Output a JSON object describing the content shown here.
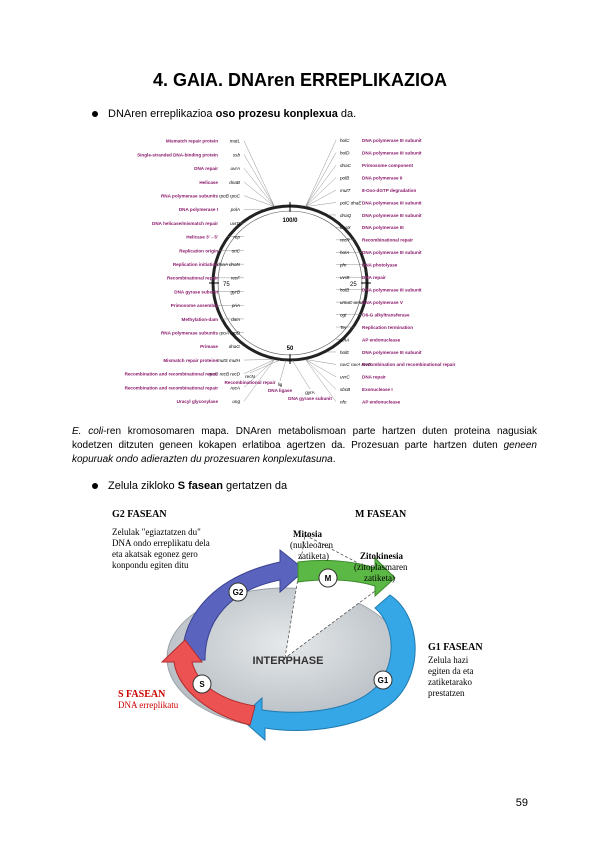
{
  "page": {
    "title": "4. GAIA. DNAren ERREPLIKAZIOA",
    "page_number": "59"
  },
  "bullet1": {
    "prefix": "DNAren erreplikazioa ",
    "bold": "oso prozesu konplexua",
    "suffix": " da."
  },
  "bullet2": {
    "prefix": "Zelula zikloko ",
    "bold": "S fasean",
    "suffix": " gertatzen da"
  },
  "caption": {
    "italic1": "E. coli",
    "text1": "-ren kromosomaren mapa. DNAren metabolismoan parte hartzen duten proteina nagusiak kodetzen ditzuten geneen kokapen erlatiboa agertzen da. Prozesuan parte hartzen duten ",
    "italic2": "geneen kopuruak ondo adierazten du prozesuaren konplexutasuna",
    "text2": "."
  },
  "ecoli_map": {
    "markers": {
      "top": "100/0",
      "left": "75",
      "right": "25",
      "bottom": "50"
    },
    "left_labels": [
      {
        "name": "Mismatch repair protein",
        "gene": "mutL"
      },
      {
        "name": "Single-stranded DNA-binding protein",
        "gene": "ssb"
      },
      {
        "name": "DNA repair",
        "gene": "uvrA"
      },
      {
        "name": "Helicase",
        "gene": "dnaB"
      },
      {
        "name": "RNA polymerase subunits",
        "gene": "rpoB rpoC"
      },
      {
        "name": "DNA polymerase I",
        "gene": "polA"
      },
      {
        "name": "DNA helicase/mismatch repair",
        "gene": "uvrD"
      },
      {
        "name": "Helicase 3'→5'",
        "gene": "rep"
      },
      {
        "name": "Replication origin",
        "gene": "oriC"
      },
      {
        "name": "Replication initiation",
        "gene": "dnaA dnaN"
      },
      {
        "name": "Recombinational repair",
        "gene": "recF"
      },
      {
        "name": "DNA gyrase subunit",
        "gene": "gyrB"
      },
      {
        "name": "Primosome assembly",
        "gene": "priA"
      },
      {
        "name": "Methylation-dam",
        "gene": "dam"
      },
      {
        "name": "RNA polymerase subunits",
        "gene": "rpoA rpoD"
      },
      {
        "name": "Primase",
        "gene": "dnaG"
      },
      {
        "name": "Mismatch repair proteins",
        "gene": "mutS mutH"
      },
      {
        "name": "Recombination and recombinational repair",
        "gene": "recC recB recD"
      },
      {
        "name": "Recombination and recombinational repair",
        "gene": "recA"
      },
      {
        "name": "Uracyl glycosylase",
        "gene": "ung"
      }
    ],
    "right_labels": [
      {
        "gene": "holC",
        "name": "DNA polymerase III subunit"
      },
      {
        "gene": "holD",
        "name": "DNA polymerase III subunit"
      },
      {
        "gene": "dnaC",
        "name": "Primosome component"
      },
      {
        "gene": "polB",
        "name": "DNA polymerase II"
      },
      {
        "gene": "mutT",
        "name": "8-Oxo-dGTP degradation"
      },
      {
        "gene": "polC dnaE",
        "name": "DNA polymerase III subunit"
      },
      {
        "gene": "dnaQ",
        "name": "DNA polymerase III subunit"
      },
      {
        "gene": "dnaX",
        "name": "DNA polymerase III"
      },
      {
        "gene": "recR",
        "name": "Recombinational repair"
      },
      {
        "gene": "holA",
        "name": "DNA polymerase III subunit"
      },
      {
        "gene": "phr",
        "name": "DNA photolyase"
      },
      {
        "gene": "uvrB",
        "name": "DNA repair"
      },
      {
        "gene": "holB",
        "name": "DNA polymerase III subunit"
      },
      {
        "gene": "umuC umuD",
        "name": "DNA polymerase V"
      },
      {
        "gene": "ogt",
        "name": "O6-G alkyltransferase"
      },
      {
        "gene": "Ter",
        "name": "Replication termination"
      },
      {
        "gene": "xthA",
        "name": "AP endonuclease"
      },
      {
        "gene": "holE",
        "name": "DNA polymerase III subunit"
      },
      {
        "gene": "ruvC ruvA ruvB",
        "name": "Recombination and recombinational repair"
      },
      {
        "gene": "uvrC",
        "name": "DNA repair"
      },
      {
        "gene": "sbcB",
        "name": "Exonuclease I"
      },
      {
        "gene": "nfo",
        "name": "AP endonuclease"
      }
    ],
    "bottom_labels": [
      {
        "gene": "recN",
        "name": "Recombinational repair"
      },
      {
        "gene": "lig",
        "name": "DNA ligase"
      },
      {
        "gene": "gyrA",
        "name": "DNA gyrase subunit"
      }
    ]
  },
  "cell_cycle": {
    "center": "INTERPHASE",
    "g2": {
      "badge": "G2",
      "title": "G2 FASEAN",
      "text": [
        "Zelulak \"egiaztatzen du\"",
        "DNA ondo erreplikatu dela",
        "eta akatsak egonez gero",
        "konpondu egiten ditu"
      ]
    },
    "m": {
      "badge": "M",
      "title": "M FASEAN",
      "mitosis": {
        "title": "Mitosia",
        "text": [
          "(nukleoaren",
          "zatiketa)"
        ]
      },
      "cytokinesis": {
        "title": "Zitokinesia",
        "text": [
          "(zitoplasmaren",
          "zatiketa)"
        ]
      }
    },
    "g1": {
      "badge": "G1",
      "title": "G1 FASEAN",
      "text": [
        "Zelula hazi",
        "egiten da eta",
        "zatiketarako",
        "prestatzen"
      ]
    },
    "s": {
      "badge": "S",
      "title": "S FASEAN",
      "text": [
        "DNA erreplikatu"
      ]
    },
    "colors": {
      "g2": "#5560b8",
      "m": "#5cb845",
      "g1": "#2f9fe0",
      "s": "#e84848",
      "ring": "#bfc6cc",
      "label_red": "#cc0000"
    }
  }
}
